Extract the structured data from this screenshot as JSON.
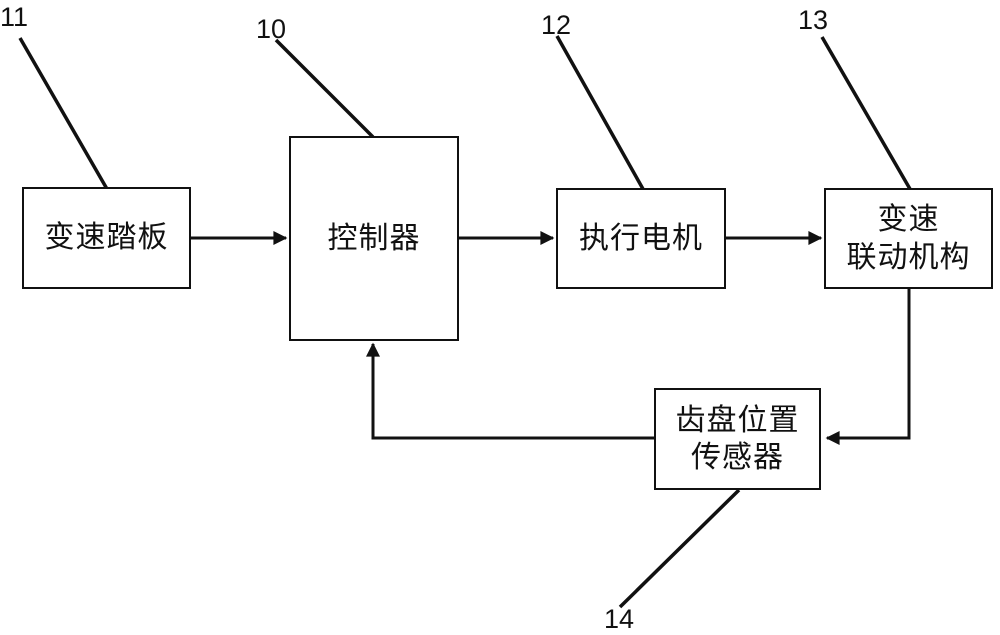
{
  "diagram": {
    "nodes": [
      {
        "id": "shift-pedal",
        "ref": "11",
        "label": "变速踏板"
      },
      {
        "id": "controller",
        "ref": "10",
        "label": "控制器"
      },
      {
        "id": "actuator-motor",
        "ref": "12",
        "label": "执行电机"
      },
      {
        "id": "shift-linkage",
        "ref": "13",
        "label": "变速联动机构",
        "lines": [
          "变速",
          "联动机构"
        ]
      },
      {
        "id": "gear-position-sensor",
        "ref": "14",
        "label": "齿盘位置传感器",
        "lines": [
          "齿盘位置",
          "传感器"
        ]
      }
    ],
    "connections": [
      {
        "from": "变速踏板",
        "to": "控制器"
      },
      {
        "from": "控制器",
        "to": "执行电机"
      },
      {
        "from": "执行电机",
        "to": "变速联动机构"
      },
      {
        "from": "变速联动机构",
        "to": "齿盘位置传感器"
      },
      {
        "from": "齿盘位置传感器",
        "to": "控制器"
      }
    ],
    "colors": {
      "line": "#111111",
      "background": "#ffffff"
    }
  }
}
